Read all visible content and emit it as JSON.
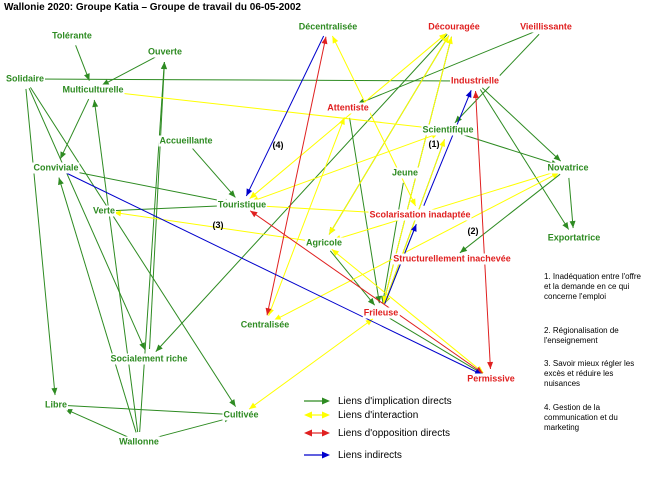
{
  "title": "Wallonie 2020: Groupe Katia – Groupe de travail du 06-05-2002",
  "colors": {
    "implication": "#2e8b22",
    "interaction": "#ffff00",
    "opposition": "#e02020",
    "indirect": "#0000cc",
    "green_node": "#2e8b22",
    "red_node": "#e02020"
  },
  "nodes": {
    "tolerante": "Tolérante",
    "ouverte": "Ouverte",
    "solidaire": "Solidaire",
    "multiculturelle": "Multiculturelle",
    "decentralisee": "Décentralisée",
    "decouragee": "Découragée",
    "vieillissante": "Vieillissante",
    "industrielle": "Industrielle",
    "attentiste": "Attentiste",
    "scientifique": "Scientifique",
    "accueillante": "Accueillante",
    "conviviale": "Conviviale",
    "touristique": "Touristique",
    "jeune": "Jeune",
    "novatrice": "Novatrice",
    "verte": "Verte",
    "scolarisation": "Scolarisation inadaptée",
    "agricole": "Agricole",
    "structurellement": "Structurellement inachevée",
    "exportatrice": "Exportatrice",
    "centralisee": "Centralisée",
    "frileuse": "Frileuse",
    "socialement": "Socialement riche",
    "permissive": "Permissive",
    "libre": "Libre",
    "cultivee": "Cultivée",
    "wallonne": "Wallonne"
  },
  "markers": {
    "m1": "(1)",
    "m2": "(2)",
    "m3": "(3)",
    "m4": "(4)"
  },
  "legend": {
    "implication": "Liens d'implication directs",
    "interaction": "Liens d'interaction",
    "opposition": "Liens d'opposition directs",
    "indirect": "Liens indirects"
  },
  "notes": {
    "n1": "1. Inadéquation entre l'offre et la demande en ce qui concerne l'emploi",
    "n2": "2. Régionalisation de l'enseignement",
    "n3": "3. Savoir mieux régler les excès et réduire les nuisances",
    "n4": "4. Gestion de la communication et du marketing"
  }
}
